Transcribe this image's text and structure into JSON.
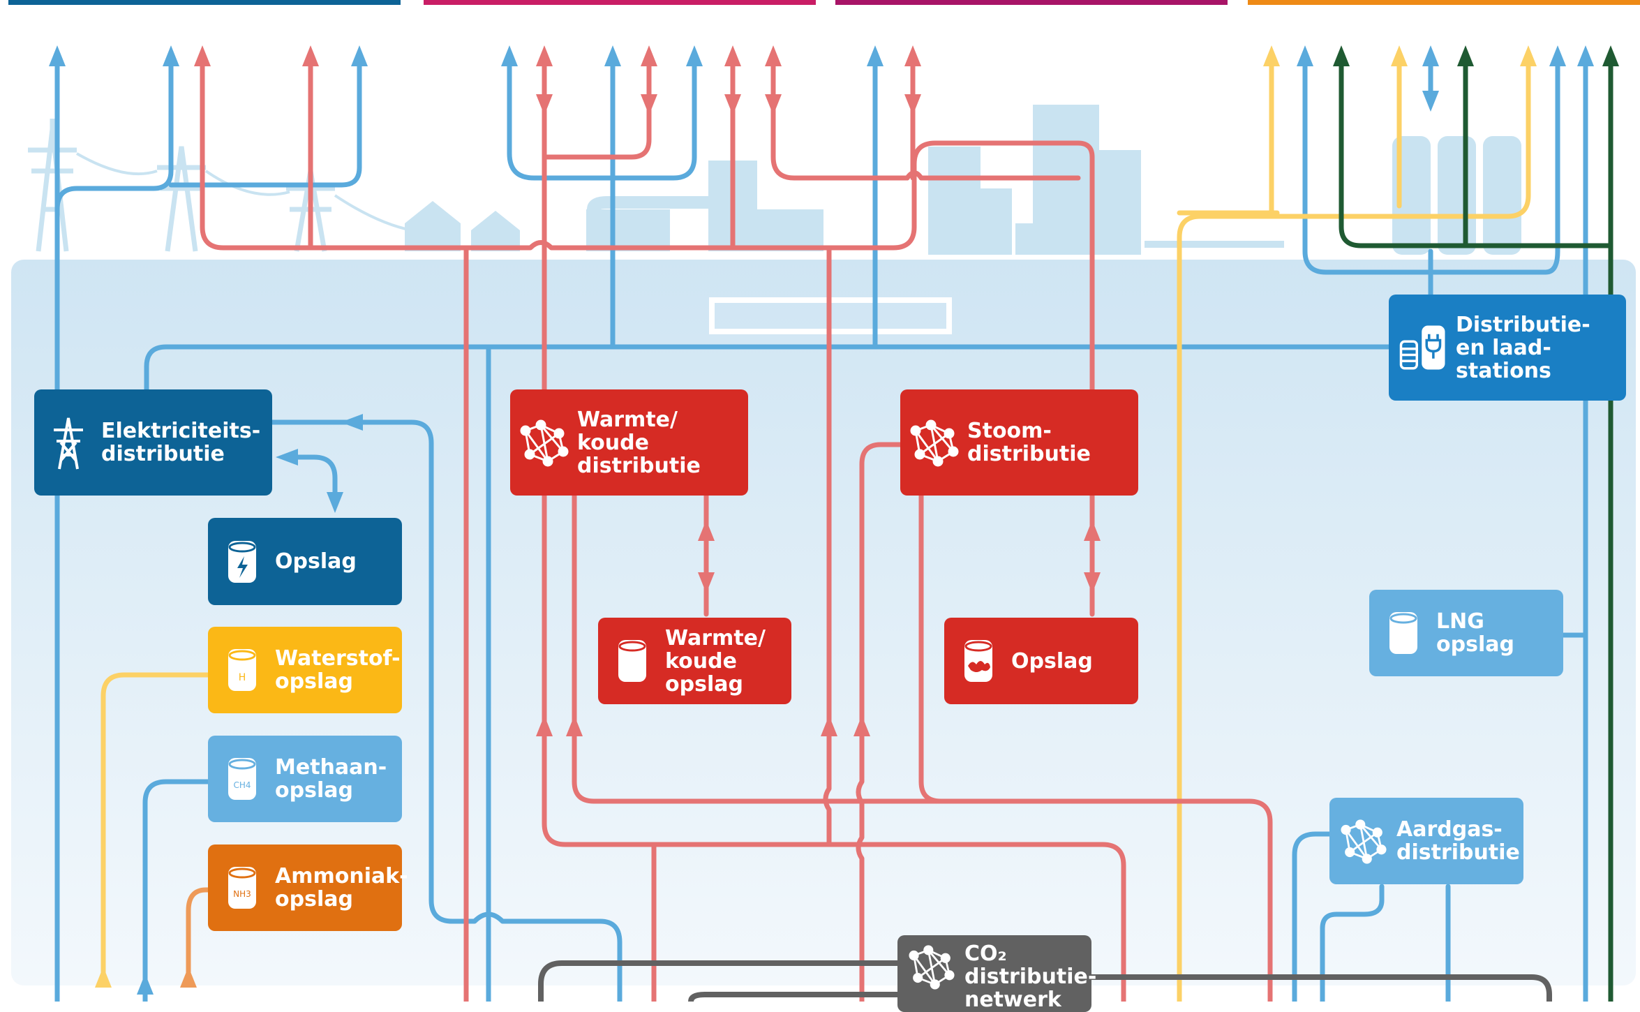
{
  "palette": {
    "electricity": "#5aaadc",
    "electricity_dark": "#0d6396",
    "heat": "#e57373",
    "heat_box": "#d62b24",
    "hydrogen": "#fcd166",
    "hydrogen_box": "#fbb816",
    "methane": "#66b0e0",
    "ammonia_box": "#e07011",
    "ammonia_line": "#ee9a58",
    "co2": "#616161",
    "dark_green": "#1f5a32",
    "background_band": "#e6f1f9",
    "skyline": "#c9e3f1",
    "bar_blue": "#0d6396",
    "bar_magenta": "#c91d65",
    "bar_purple": "#a81467",
    "bar_orange": "#ee8a16"
  },
  "nodes": {
    "elektriciteitsdistributie": {
      "label": "Elektriciteits-\ndistributie",
      "icon": "pylon-icon"
    },
    "opslag_elektriciteit": {
      "label": "Opslag",
      "icon": "battery-icon"
    },
    "waterstofopslag": {
      "label": "Waterstof-\nopslag",
      "icon": "hydrogen-tank-icon",
      "icon_text": "H"
    },
    "methaanopslag": {
      "label": "Methaan-\nopslag",
      "icon": "methane-tank-icon",
      "icon_text": "CH4"
    },
    "ammoniakopslag": {
      "label": "Ammoniak-\nopslag",
      "icon": "ammonia-tank-icon",
      "icon_text": "NH3"
    },
    "warmte_koude_distributie": {
      "label": "Warmte/\nkoude\ndistributie",
      "icon": "network-icon"
    },
    "warmte_koude_opslag": {
      "label": "Warmte/\nkoude\nopslag",
      "icon": "tank-icon"
    },
    "stoomdistributie": {
      "label": "Stoom-\ndistributie",
      "icon": "network-icon"
    },
    "opslag_stoom": {
      "label": "Opslag",
      "icon": "steam-tank-icon"
    },
    "distributie_laadstations": {
      "label": "Distributie-\nen laad-\nstations",
      "icon": "charging-station-icon"
    },
    "lng_opslag": {
      "label": "LNG\nopslag",
      "icon": "lng-tank-icon"
    },
    "aardgasdistributie": {
      "label": "Aardgas-\ndistributie",
      "icon": "network-icon"
    },
    "co2_distributienetwerk": {
      "label": "CO₂\ndistributie-\nnetwerk",
      "icon": "network-icon"
    }
  }
}
